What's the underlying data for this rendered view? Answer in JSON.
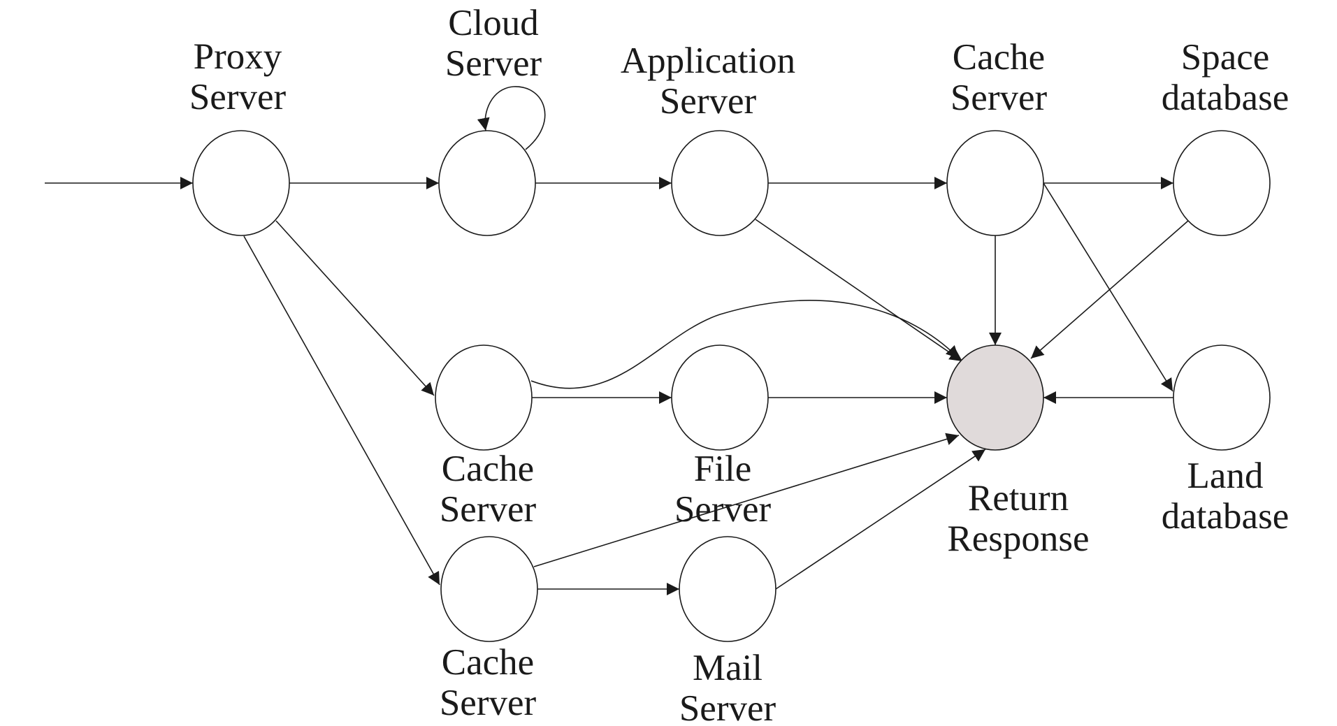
{
  "nodes": [
    {
      "id": "proxy",
      "label": [
        "Proxy",
        "Server"
      ]
    },
    {
      "id": "cloud",
      "label": [
        "Cloud",
        "Server"
      ]
    },
    {
      "id": "app",
      "label": [
        "Application",
        "Server"
      ]
    },
    {
      "id": "cache-top",
      "label": [
        "Cache",
        "Server"
      ]
    },
    {
      "id": "space",
      "label": [
        "Space",
        "database"
      ]
    },
    {
      "id": "cache-mid",
      "label": [
        "Cache",
        "Server"
      ]
    },
    {
      "id": "file",
      "label": [
        "File",
        "Server"
      ]
    },
    {
      "id": "return",
      "label": [
        "Return",
        "Response"
      ],
      "highlight": true
    },
    {
      "id": "land",
      "label": [
        "Land",
        "database"
      ]
    },
    {
      "id": "cache-bot",
      "label": [
        "Cache",
        "Server"
      ]
    },
    {
      "id": "mail",
      "label": [
        "Mail",
        "Server"
      ]
    }
  ],
  "edges": [
    {
      "from": "input",
      "to": "proxy"
    },
    {
      "from": "proxy",
      "to": "cloud"
    },
    {
      "from": "cloud",
      "to": "cloud"
    },
    {
      "from": "cloud",
      "to": "app"
    },
    {
      "from": "app",
      "to": "cache-top"
    },
    {
      "from": "cache-top",
      "to": "space"
    },
    {
      "from": "proxy",
      "to": "cache-mid"
    },
    {
      "from": "proxy",
      "to": "cache-bot"
    },
    {
      "from": "app",
      "to": "return"
    },
    {
      "from": "cache-top",
      "to": "return"
    },
    {
      "from": "cache-top",
      "to": "land"
    },
    {
      "from": "space",
      "to": "return"
    },
    {
      "from": "cache-mid",
      "to": "return"
    },
    {
      "from": "cache-mid",
      "to": "file"
    },
    {
      "from": "file",
      "to": "return"
    },
    {
      "from": "land",
      "to": "return"
    },
    {
      "from": "cache-bot",
      "to": "return"
    },
    {
      "from": "cache-bot",
      "to": "mail"
    },
    {
      "from": "mail",
      "to": "return"
    }
  ],
  "colors": {
    "stroke": "#1a1a1a",
    "node_fill": "#ffffff",
    "highlight_fill": "#e0dada"
  }
}
